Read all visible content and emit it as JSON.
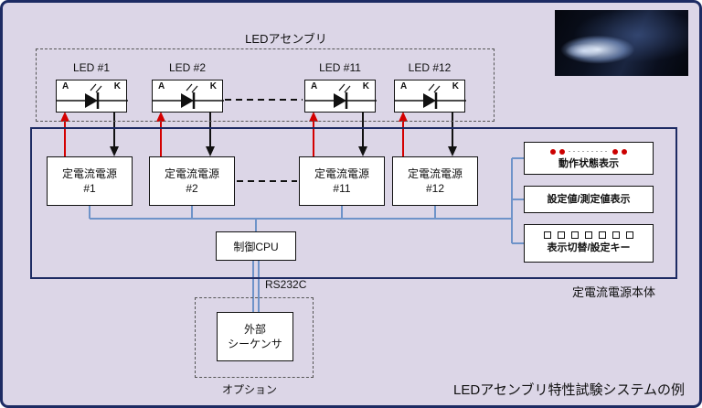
{
  "colors": {
    "background": "#dcd6e7",
    "frame_navy": "#1d2b63",
    "bus_blue": "#6e93c9",
    "arrow_red": "#d40000",
    "line_black": "#111111"
  },
  "led_assembly": {
    "label": "LEDアセンブリ",
    "anode": "A",
    "cathode": "K",
    "leds": [
      {
        "label": "LED #1"
      },
      {
        "label": "LED #2"
      },
      {
        "label": "LED #11"
      },
      {
        "label": "LED #12"
      }
    ]
  },
  "power_supplies": [
    {
      "name": "定電流電源",
      "number": "#1"
    },
    {
      "name": "定電流電源",
      "number": "#2"
    },
    {
      "name": "定電流電源",
      "number": "#11"
    },
    {
      "name": "定電流電源",
      "number": "#12"
    }
  ],
  "cpu": {
    "label": "制御CPU"
  },
  "panel": {
    "status_label": "動作状態表示",
    "status_dots": "·········",
    "display_label": "設定値/測定値表示",
    "keys_label": "表示切替/設定キー"
  },
  "main_unit_label": "定電流電源本体",
  "rs232c_label": "RS232C",
  "sequencer": {
    "line1": "外部",
    "line2": "シーケンサ"
  },
  "option_label": "オプション",
  "caption": "LEDアセンブリ特性試験システムの例"
}
